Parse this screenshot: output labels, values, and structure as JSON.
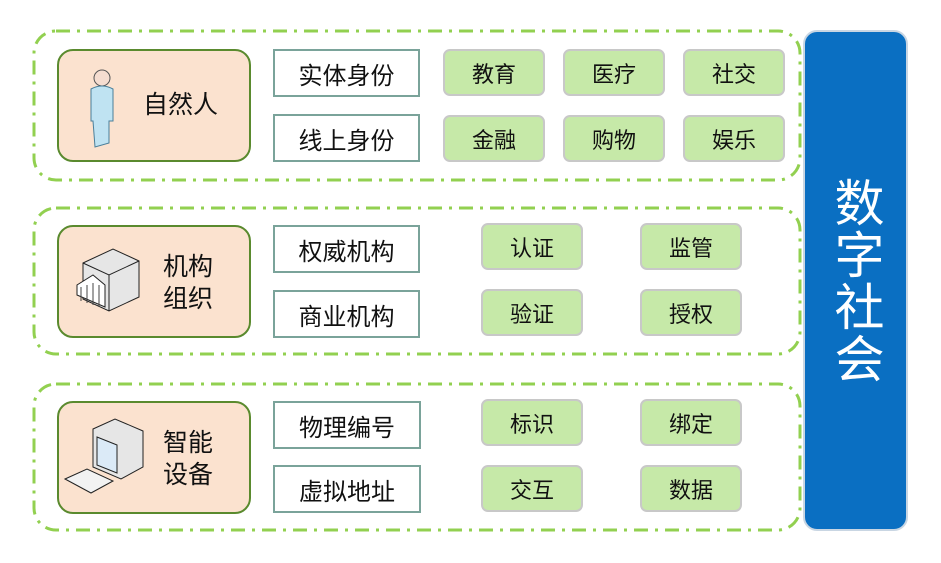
{
  "title": "数字社会",
  "groups": [
    {
      "entity": "自然人",
      "entity_lines": [
        "自然人"
      ],
      "icon": "person-icon",
      "identities": [
        "实体身份",
        "线上身份"
      ],
      "tags": [
        "教育",
        "医疗",
        "社交",
        "金融",
        "购物",
        "娱乐"
      ]
    },
    {
      "entity": "机构组织",
      "entity_lines": [
        "机构",
        "组织"
      ],
      "icon": "institution-building-icon",
      "identities": [
        "权威机构",
        "商业机构"
      ],
      "tags": [
        "认证",
        "监管",
        "验证",
        "授权"
      ]
    },
    {
      "entity": "智能设备",
      "entity_lines": [
        "智能",
        "设备"
      ],
      "icon": "computer-icon",
      "identities": [
        "物理编号",
        "虚拟地址"
      ],
      "tags": [
        "标识",
        "绑定",
        "交互",
        "数据"
      ]
    }
  ],
  "colors": {
    "dash": "#92d050",
    "entity_fill": "#fbe2cf",
    "entity_border": "#5a8a2e",
    "tag_fill": "#c6e9a8",
    "bar": "#0a6fc2"
  }
}
